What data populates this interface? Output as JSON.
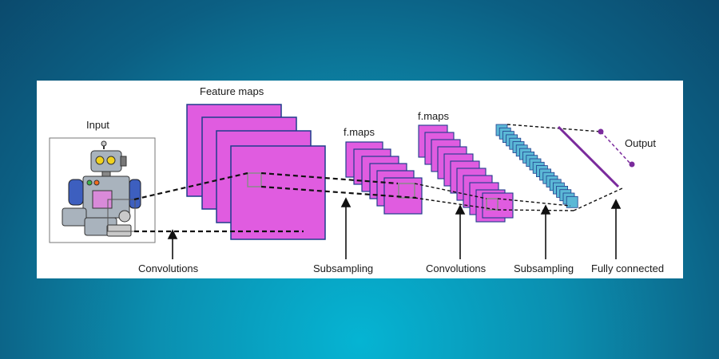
{
  "labels": {
    "input": "Input",
    "feature_maps": "Feature maps",
    "fmaps_1": "f.maps",
    "fmaps_2": "f.maps",
    "output": "Output",
    "convolutions_1": "Convolutions",
    "subsampling_1": "Subsampling",
    "convolutions_2": "Convolutions",
    "subsampling_2": "Subsampling",
    "fully_connected": "Fully connected"
  },
  "colors": {
    "map_fill": "#e05ce0",
    "map_stroke": "#1f3d8c",
    "cube_fill": "#5bb8d6",
    "output_line": "#7a2a9c",
    "panel_bg": "#ffffff"
  }
}
